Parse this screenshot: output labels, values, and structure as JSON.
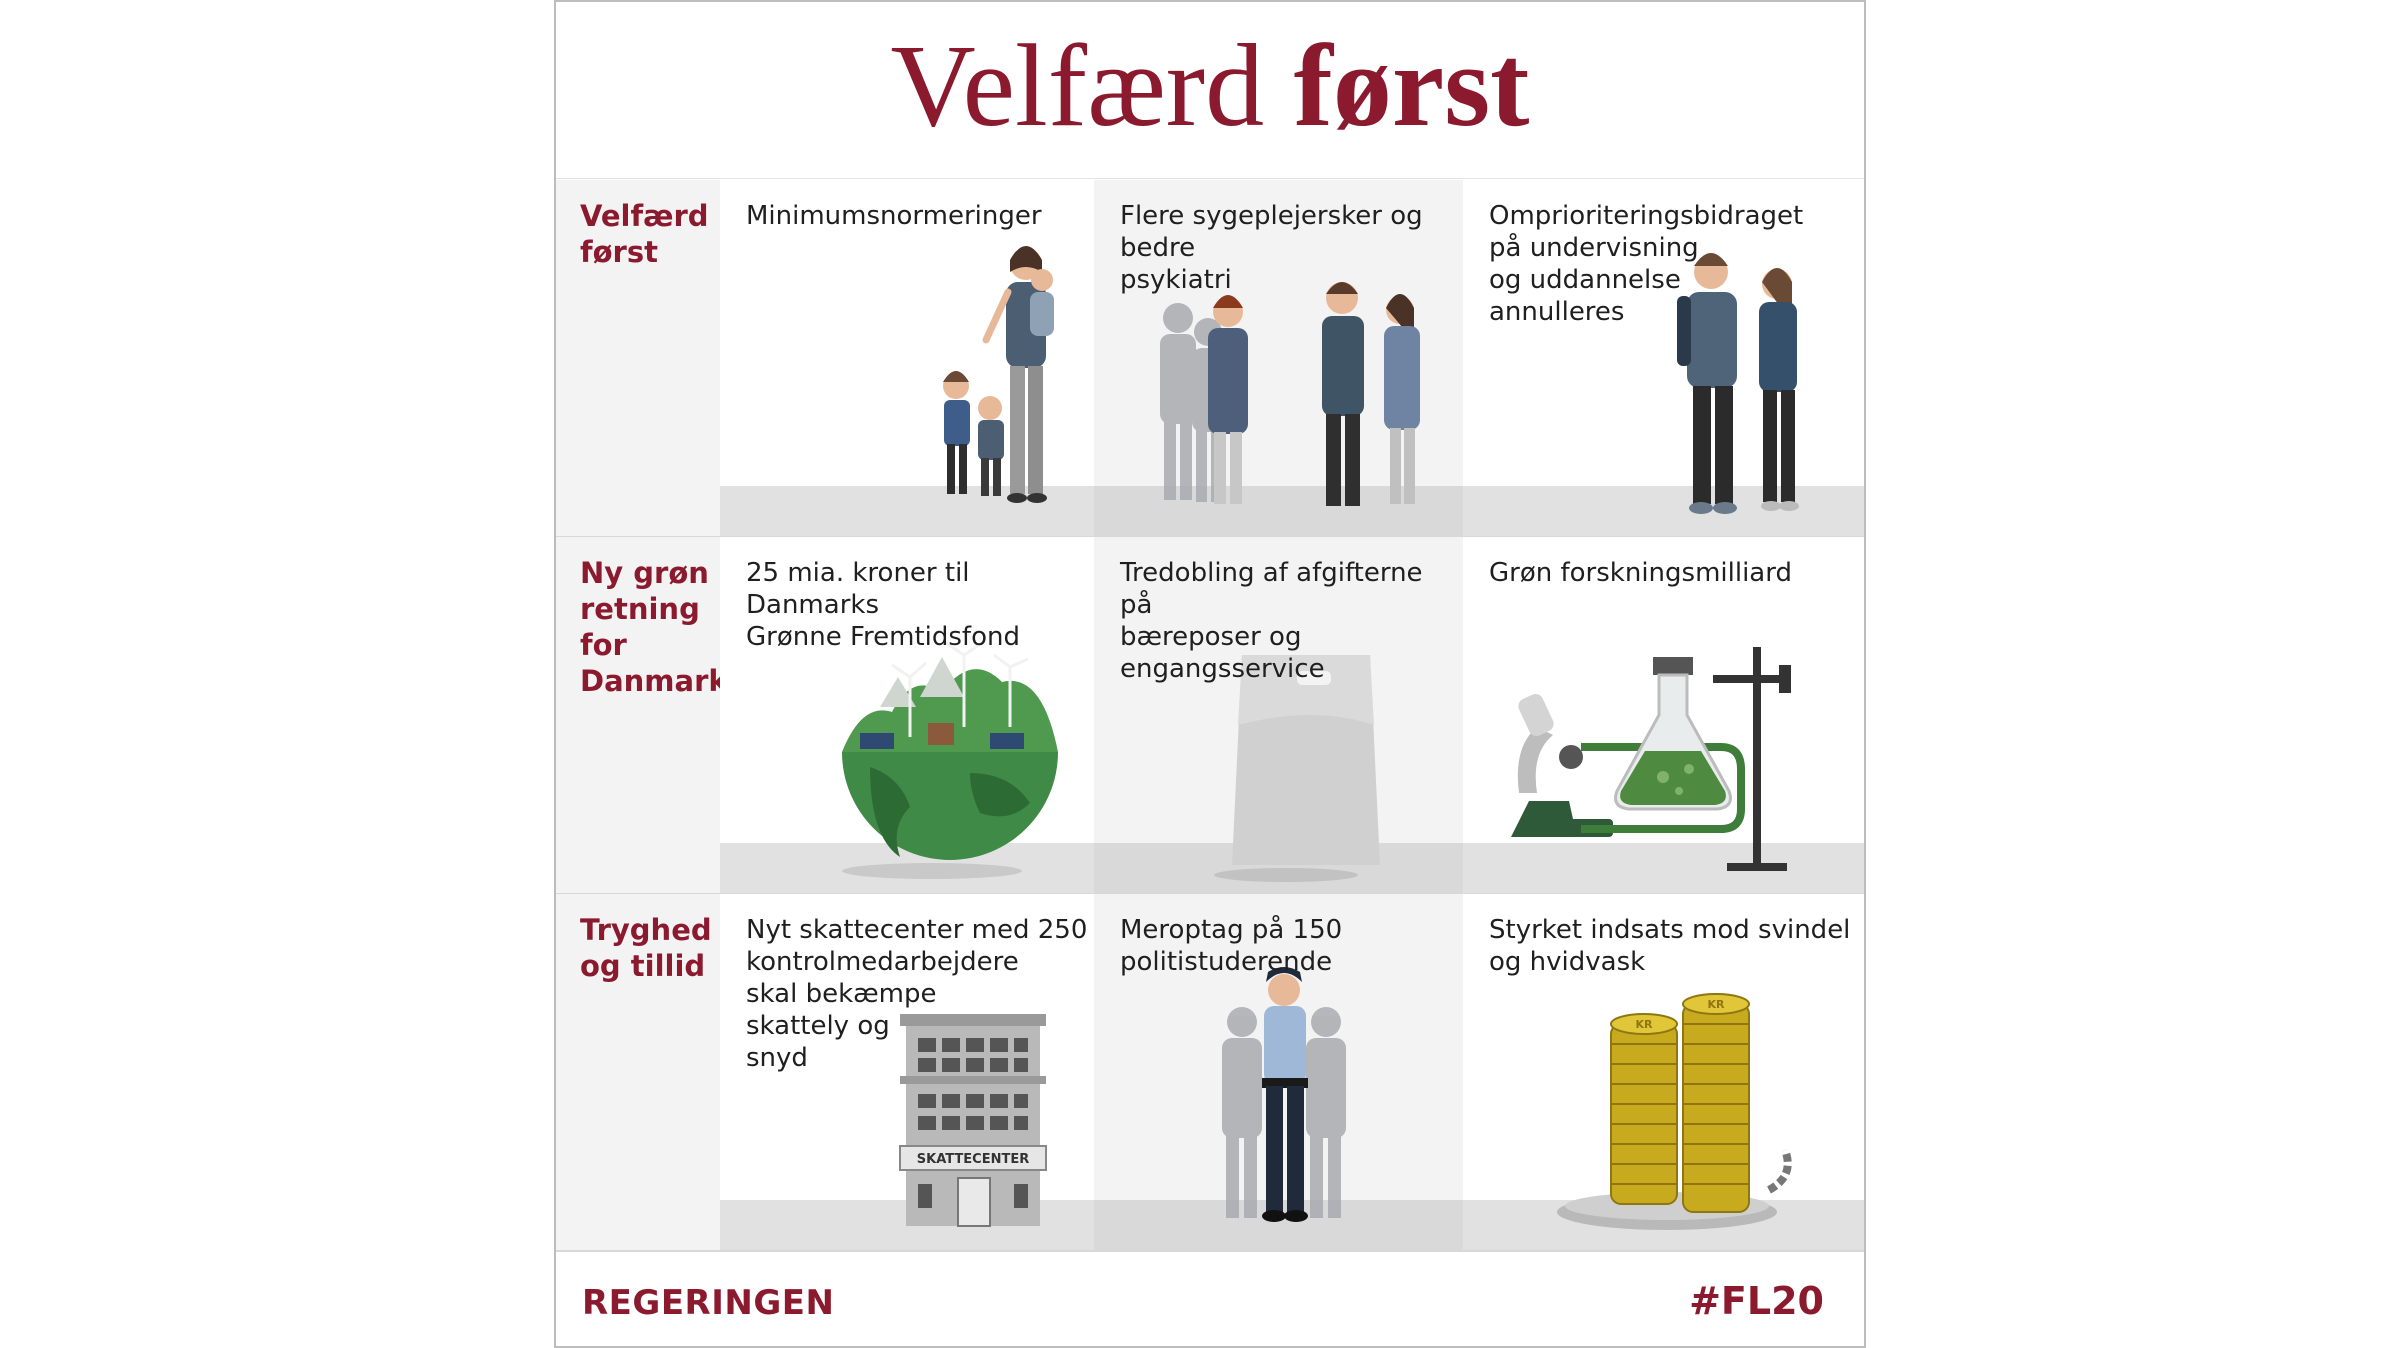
{
  "title": {
    "regular": "Velfærd",
    "bold": "først"
  },
  "rows": [
    {
      "label": "Velfærd\nførst",
      "cells": [
        {
          "text": "Minimumsnormeringer",
          "illustration": "family-illustration"
        },
        {
          "text": "Flere sygeplejersker og bedre\npsykiatri",
          "illustration": "nurses-illustration"
        },
        {
          "text": "Omprioriteringsbidraget\npå undervisning\nog uddannelse\nannulleres",
          "illustration": "students-illustration"
        }
      ]
    },
    {
      "label": "Ny grøn\nretning\nfor\nDanmark",
      "cells": [
        {
          "text": "25 mia. kroner til Danmarks\nGrønne Fremtidsfond",
          "illustration": "green-globe-illustration"
        },
        {
          "text": "Tredobling af afgifterne på\nbæreposer og engangsservice",
          "illustration": "plastic-bag-illustration"
        },
        {
          "text": "Grøn forskningsmilliard",
          "illustration": "lab-equipment-illustration"
        }
      ]
    },
    {
      "label": "Tryghed\nog tillid",
      "cells": [
        {
          "text": "Nyt skattecenter med 250\nkontrolmedarbejdere\nskal bekæmpe\nskattely og\nsnyd",
          "illustration": "tax-building-illustration",
          "building_sign": "SKATTECENTER"
        },
        {
          "text": "Meroptag på 150\npolitistuderende",
          "illustration": "police-illustration"
        },
        {
          "text": "Styrket indsats mod svindel\nog hvidvask",
          "illustration": "coins-handcuffs-illustration",
          "coin_mark": "KR"
        }
      ]
    }
  ],
  "footer": {
    "brand": "REGERINGEN",
    "hashtag": "#FL20"
  },
  "colors": {
    "accent": "#8b1a2e",
    "cell_gray": "#f3f3f3",
    "floor": "#e1e1e1",
    "green": "#3f7e3a"
  }
}
